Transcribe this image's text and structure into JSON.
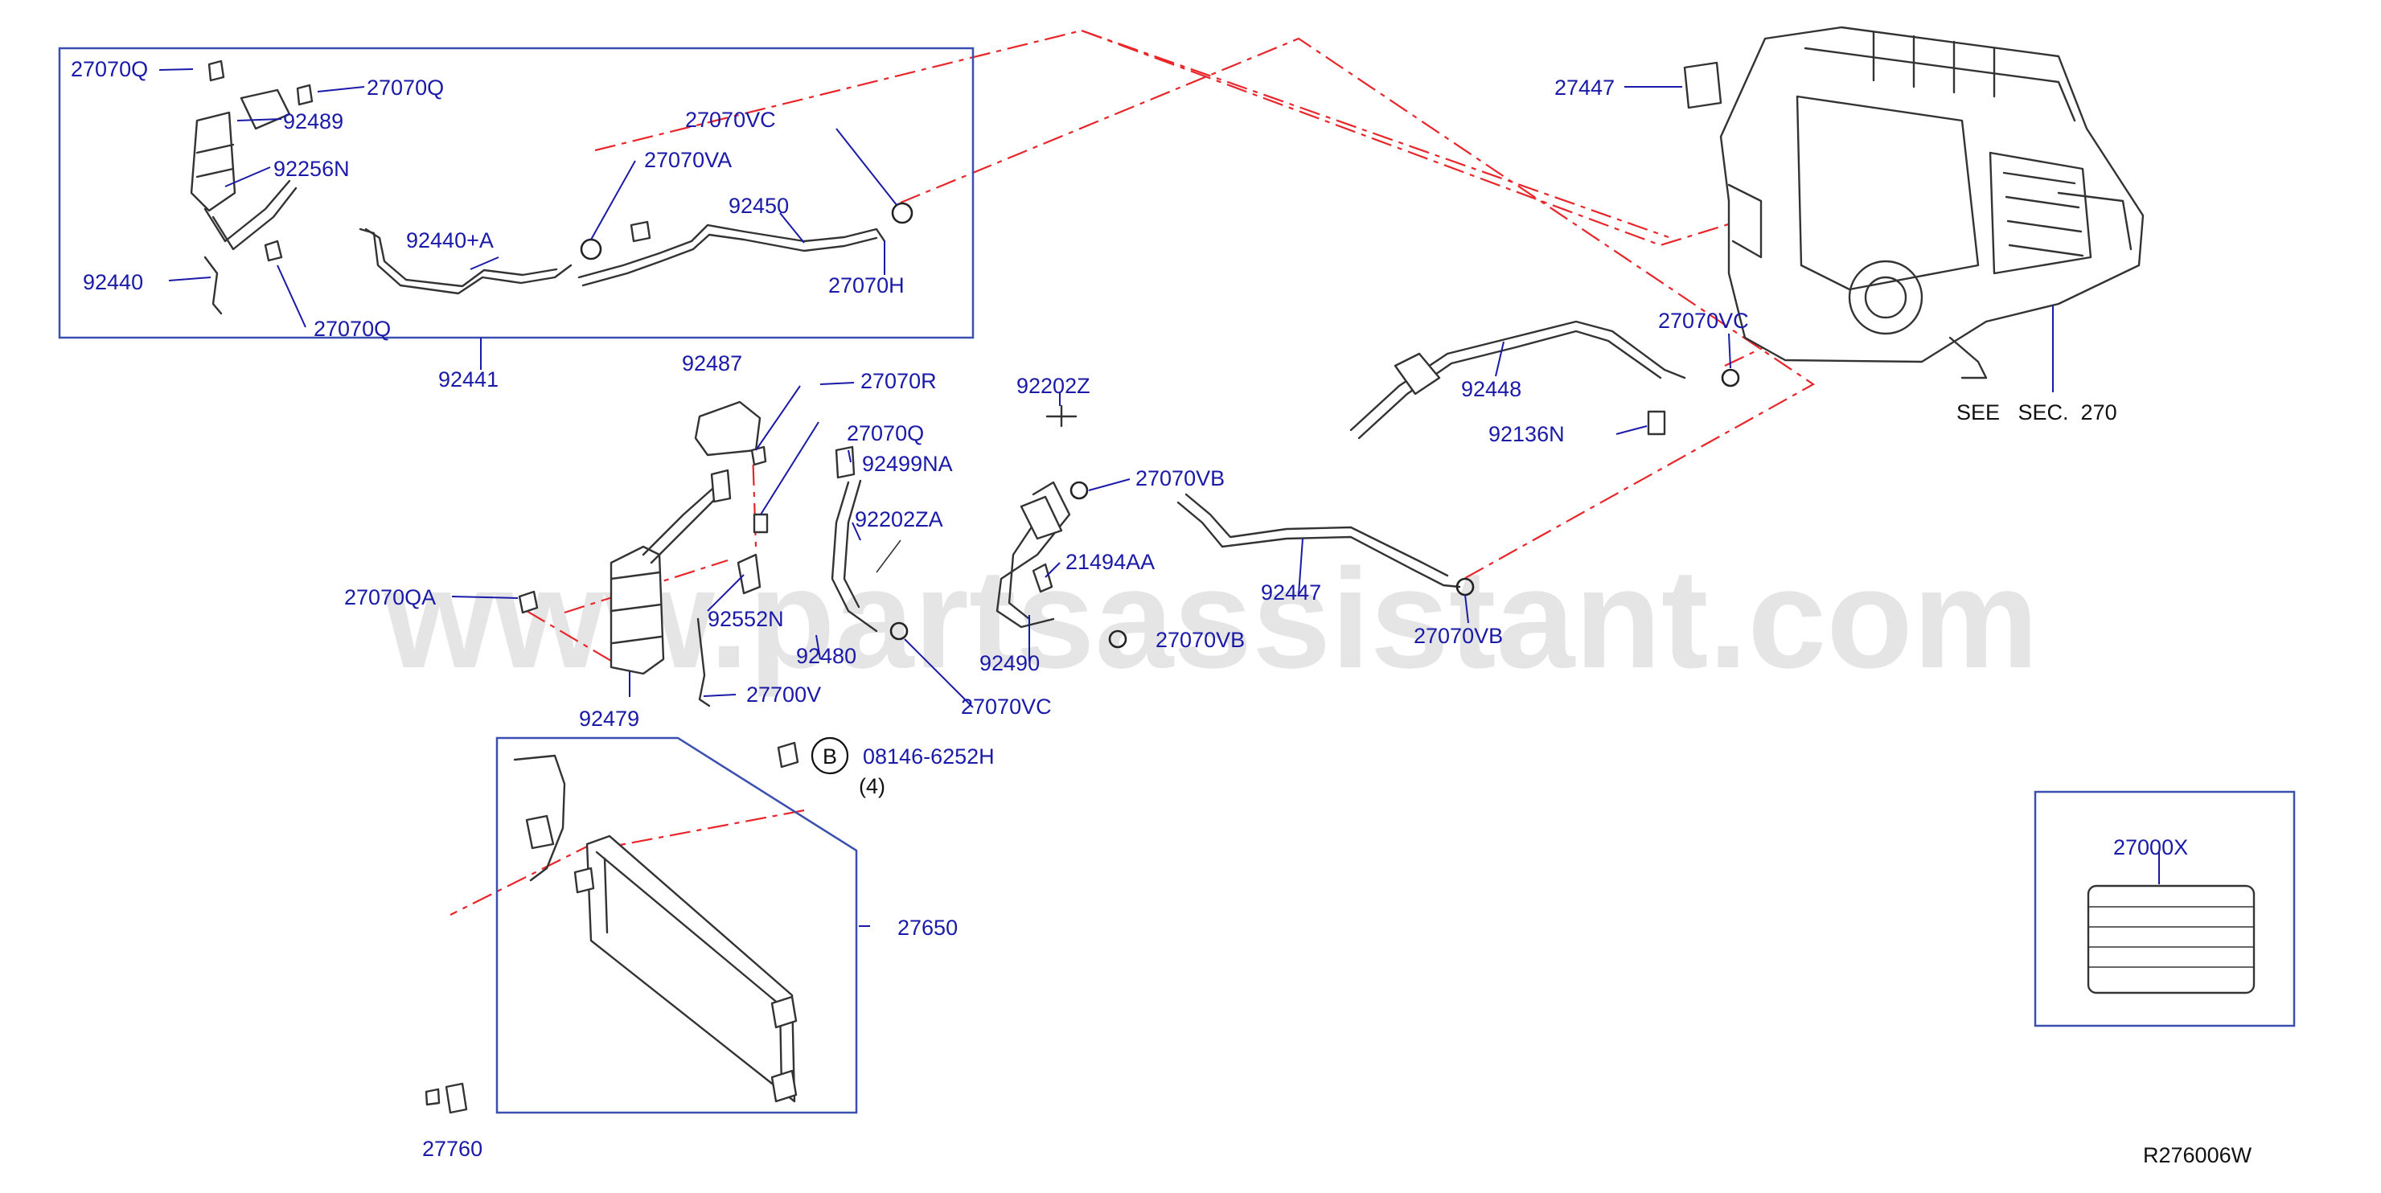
{
  "diagram_id": "R276006W",
  "watermark": "www.partsassistant.com",
  "see_section": "SEE   SEC.  270",
  "callout": {
    "letter": "B",
    "part": "08146-6252H",
    "qty": "(4)"
  },
  "legend_label": "27000X",
  "labels": [
    "27070Q",
    "27070Q",
    "92489",
    "92256N",
    "92440",
    "27070Q",
    "92440+A",
    "27070VA",
    "27070VC",
    "92450",
    "27070H",
    "92441",
    "92487",
    "27070R",
    "27070Q",
    "92499NA",
    "92202ZA",
    "92202Z",
    "27070VB",
    "21494AA",
    "27070QA",
    "92552N",
    "92480",
    "92490",
    "27070VB",
    "92447",
    "27070VB",
    "27070VC",
    "27700V",
    "92479",
    "27650",
    "27760",
    "27447",
    "27070VC",
    "92448",
    "92136N"
  ]
}
